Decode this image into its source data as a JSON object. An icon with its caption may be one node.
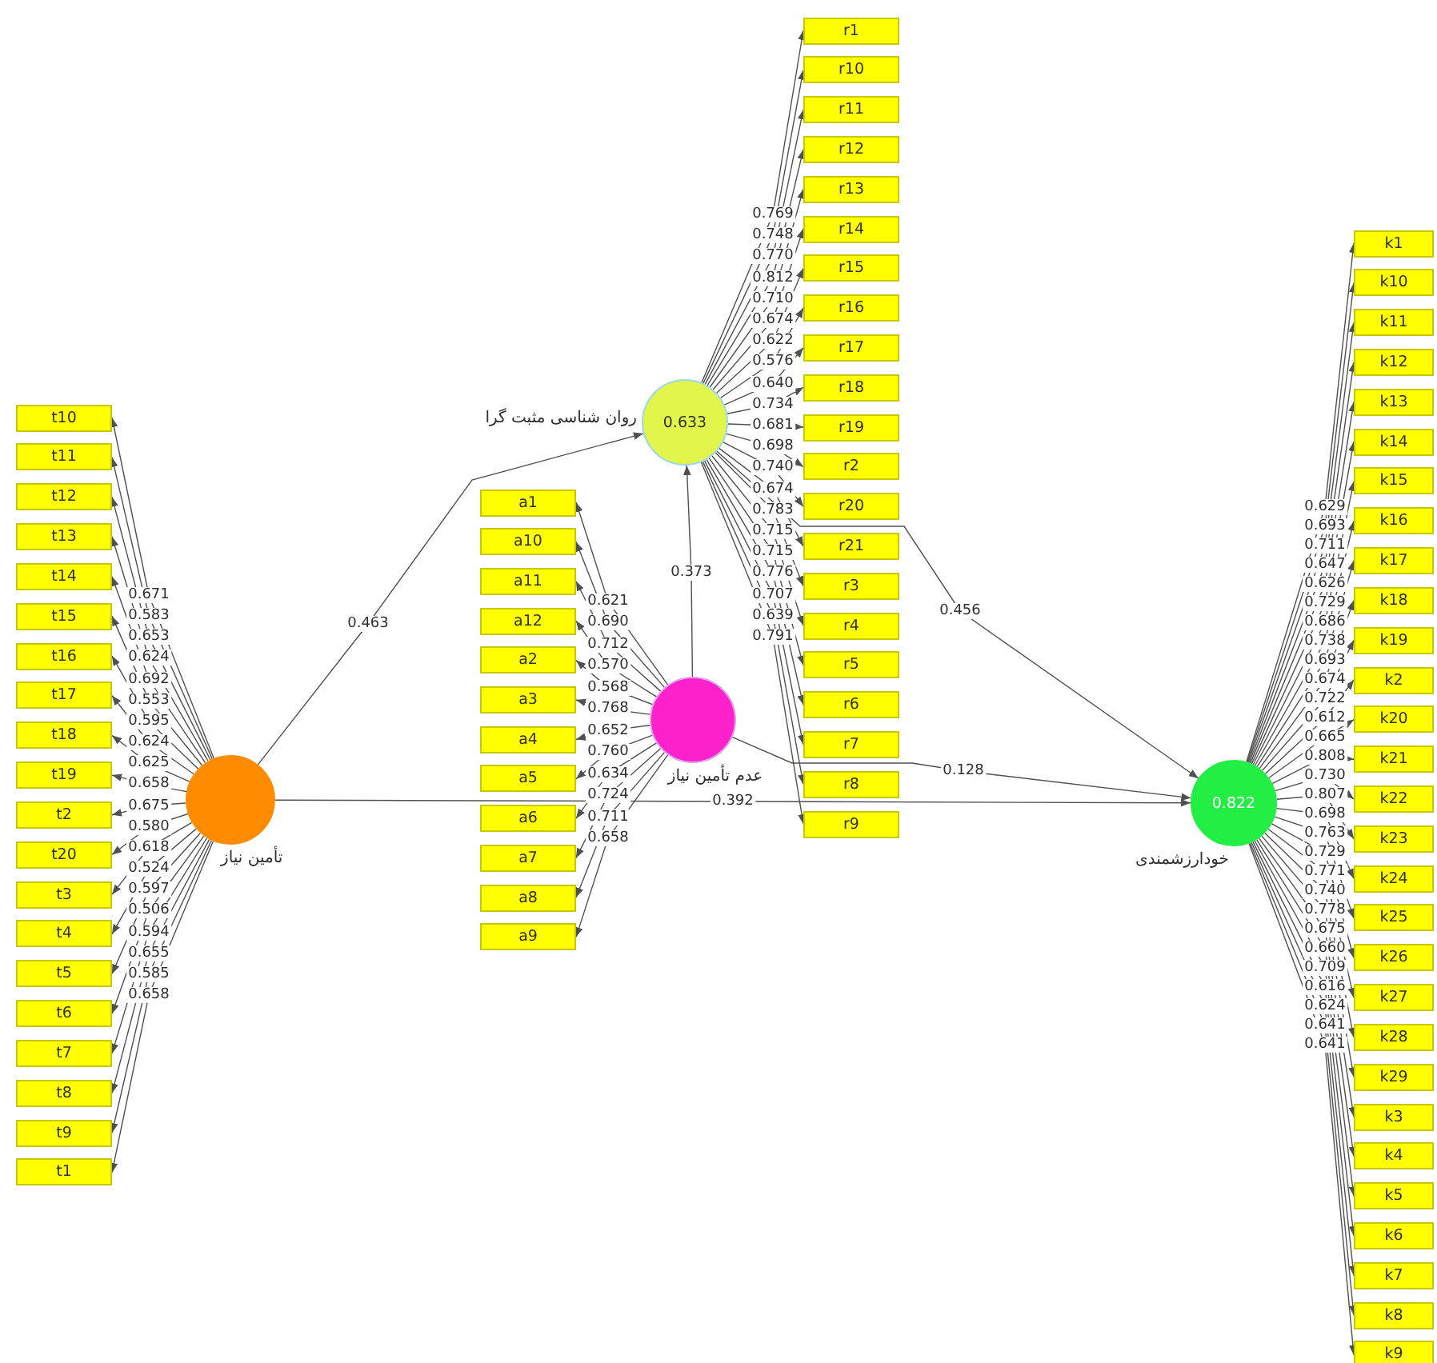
{
  "diagram": {
    "nodes": [
      {
        "text": [
          "t10"
        ]
      },
      {
        "text": [
          "t11"
        ]
      },
      {
        "text": [
          "t12"
        ]
      },
      {
        "text": [
          "t13"
        ]
      },
      {
        "text": [
          "t14"
        ]
      },
      {
        "text": [
          "t15"
        ]
      },
      {
        "text": [
          "t16"
        ]
      },
      {
        "text": [
          "t17"
        ]
      },
      {
        "text": [
          "t18"
        ]
      },
      {
        "text": [
          "t19"
        ]
      },
      {
        "text": [
          "t2"
        ]
      },
      {
        "text": [
          "t20"
        ]
      },
      {
        "text": [
          "t3"
        ]
      },
      {
        "text": [
          "t4"
        ]
      },
      {
        "text": [
          "t5"
        ]
      },
      {
        "text": [
          "t6"
        ]
      },
      {
        "text": [
          "t7"
        ]
      },
      {
        "text": [
          "t8"
        ]
      },
      {
        "text": [
          "t9"
        ]
      },
      {
        "text": [
          "t1"
        ]
      },
      {
        "text": [],
        "shape": "circle",
        "beside": [
          "تأمین نیاز"
        ]
      },
      {
        "text": [
          "a1"
        ]
      },
      {
        "text": [
          "a10"
        ]
      },
      {
        "text": [
          "a11"
        ]
      },
      {
        "text": [
          "a12"
        ]
      },
      {
        "text": [
          "a2"
        ]
      },
      {
        "text": [
          "a3"
        ]
      },
      {
        "text": [
          "a4"
        ]
      },
      {
        "text": [
          "a5"
        ]
      },
      {
        "text": [
          "a6"
        ]
      },
      {
        "text": [
          "a7"
        ]
      },
      {
        "text": [
          "a8"
        ]
      },
      {
        "text": [
          "a9"
        ]
      },
      {
        "text": [],
        "shape": "circle",
        "beside": [
          "عدم تأمین نیاز"
        ]
      },
      {
        "text": [
          "0.633"
        ],
        "beside": [
          "روان شناسی مثبت گرا"
        ]
      },
      {
        "text": [
          "r1"
        ]
      },
      {
        "text": [
          "r10"
        ]
      },
      {
        "text": [
          "r11"
        ]
      },
      {
        "text": [
          "r12"
        ]
      },
      {
        "text": [
          "r13"
        ]
      },
      {
        "text": [
          "r14"
        ]
      },
      {
        "text": [
          "r15"
        ]
      },
      {
        "text": [
          "r16"
        ]
      },
      {
        "text": [
          "r17"
        ]
      },
      {
        "text": [
          "r18"
        ]
      },
      {
        "text": [
          "r19"
        ]
      },
      {
        "text": [
          "r2"
        ]
      },
      {
        "text": [
          "r20"
        ]
      },
      {
        "text": [
          "r21"
        ]
      },
      {
        "text": [
          "r3"
        ]
      },
      {
        "text": [
          "r4"
        ]
      },
      {
        "text": [
          "r5"
        ]
      },
      {
        "text": [
          "r6"
        ]
      },
      {
        "text": [
          "r7"
        ]
      },
      {
        "text": [
          "r8"
        ]
      },
      {
        "text": [
          "r9"
        ]
      },
      {
        "text": [
          "0.822"
        ],
        "beside": [
          "خودارزشمندی"
        ]
      },
      {
        "text": [
          "k1"
        ]
      },
      {
        "text": [
          "k10"
        ]
      },
      {
        "text": [
          "k11"
        ]
      },
      {
        "text": [
          "k12"
        ]
      },
      {
        "text": [
          "k13"
        ]
      },
      {
        "text": [
          "k14"
        ]
      },
      {
        "text": [
          "k15"
        ]
      },
      {
        "text": [
          "k16"
        ]
      },
      {
        "text": [
          "k17"
        ]
      },
      {
        "text": [
          "k18"
        ]
      },
      {
        "text": [
          "k19"
        ]
      },
      {
        "text": [
          "k2"
        ]
      },
      {
        "text": [
          "k20"
        ]
      },
      {
        "text": [
          "k21"
        ]
      },
      {
        "text": [
          "k22"
        ]
      },
      {
        "text": [
          "k23"
        ]
      },
      {
        "text": [
          "k24"
        ]
      },
      {
        "text": [
          "k25"
        ]
      },
      {
        "text": [
          "k26"
        ]
      },
      {
        "text": [
          "k27"
        ]
      },
      {
        "text": [
          "k28"
        ]
      },
      {
        "text": [
          "k29"
        ]
      },
      {
        "text": [
          "k3"
        ]
      },
      {
        "text": [
          "k4"
        ]
      },
      {
        "text": [
          "k5"
        ]
      },
      {
        "text": [
          "k6"
        ]
      },
      {
        "text": [
          "k7"
        ]
      },
      {
        "text": [
          "k8"
        ]
      },
      {
        "text": [
          "k9"
        ]
      }
    ],
    "edges": [
      {
        "from": 20,
        "to": 0,
        "arrow": "to",
        "label": "0.671"
      },
      {
        "from": 20,
        "to": 1,
        "arrow": "to",
        "label": "0.583"
      },
      {
        "from": 20,
        "to": 2,
        "arrow": "to",
        "label": "0.653"
      },
      {
        "from": 20,
        "to": 3,
        "arrow": "to",
        "label": "0.624"
      },
      {
        "from": 20,
        "to": 4,
        "arrow": "to",
        "label": "0.692"
      },
      {
        "from": 20,
        "to": 5,
        "arrow": "to",
        "label": "0.553"
      },
      {
        "from": 20,
        "to": 6,
        "arrow": "to",
        "label": "0.595"
      },
      {
        "from": 20,
        "to": 7,
        "arrow": "to",
        "label": "0.624"
      },
      {
        "from": 20,
        "to": 8,
        "arrow": "to",
        "label": "0.625"
      },
      {
        "from": 20,
        "to": 9,
        "arrow": "to",
        "label": "0.658"
      },
      {
        "from": 20,
        "to": 10,
        "arrow": "to",
        "label": "0.675"
      },
      {
        "from": 20,
        "to": 11,
        "arrow": "to",
        "label": "0.580"
      },
      {
        "from": 20,
        "to": 12,
        "arrow": "to",
        "label": "0.618"
      },
      {
        "from": 20,
        "to": 13,
        "arrow": "to",
        "label": "0.524"
      },
      {
        "from": 20,
        "to": 14,
        "arrow": "to",
        "label": "0.597"
      },
      {
        "from": 20,
        "to": 15,
        "arrow": "to",
        "label": "0.506"
      },
      {
        "from": 20,
        "to": 16,
        "arrow": "to",
        "label": "0.594"
      },
      {
        "from": 20,
        "to": 17,
        "arrow": "to",
        "label": "0.655"
      },
      {
        "from": 20,
        "to": 18,
        "arrow": "to",
        "label": "0.585"
      },
      {
        "from": 20,
        "to": 19,
        "arrow": "to",
        "label": "0.658"
      },
      {
        "from": 20,
        "to": 34,
        "arrow": "to",
        "label": "0.463"
      },
      {
        "from": 20,
        "to": 56,
        "arrow": "to",
        "label": "0.392"
      },
      {
        "from": 33,
        "to": 21,
        "arrow": "to",
        "label": "0.621"
      },
      {
        "from": 33,
        "to": 22,
        "arrow": "to",
        "label": "0.690"
      },
      {
        "from": 33,
        "to": 23,
        "arrow": "to",
        "label": "0.712"
      },
      {
        "from": 33,
        "to": 24,
        "arrow": "to",
        "label": "0.570"
      },
      {
        "from": 33,
        "to": 25,
        "arrow": "to",
        "label": "0.568"
      },
      {
        "from": 33,
        "to": 26,
        "arrow": "to",
        "label": "0.768"
      },
      {
        "from": 33,
        "to": 27,
        "arrow": "to",
        "label": "0.652"
      },
      {
        "from": 33,
        "to": 28,
        "arrow": "to",
        "label": "0.760"
      },
      {
        "from": 33,
        "to": 29,
        "arrow": "to",
        "label": "0.634"
      },
      {
        "from": 33,
        "to": 30,
        "arrow": "to",
        "label": "0.724"
      },
      {
        "from": 33,
        "to": 31,
        "arrow": "to",
        "label": "0.711"
      },
      {
        "from": 33,
        "to": 32,
        "arrow": "to",
        "label": "0.658"
      },
      {
        "from": 33,
        "to": 34,
        "arrow": "to",
        "label": "0.373"
      },
      {
        "from": 33,
        "to": 56,
        "arrow": "to",
        "label": "0.128"
      },
      {
        "from": 34,
        "to": 35,
        "arrow": "to",
        "label": "0.769"
      },
      {
        "from": 34,
        "to": 36,
        "arrow": "to",
        "label": "0.748"
      },
      {
        "from": 34,
        "to": 37,
        "arrow": "to",
        "label": "0.770"
      },
      {
        "from": 34,
        "to": 38,
        "arrow": "to",
        "label": "0.812"
      },
      {
        "from": 34,
        "to": 39,
        "arrow": "to",
        "label": "0.710"
      },
      {
        "from": 34,
        "to": 40,
        "arrow": "to",
        "label": "0.674"
      },
      {
        "from": 34,
        "to": 41,
        "arrow": "to",
        "label": "0.622"
      },
      {
        "from": 34,
        "to": 42,
        "arrow": "to",
        "label": "0.576"
      },
      {
        "from": 34,
        "to": 43,
        "arrow": "to",
        "label": "0.640"
      },
      {
        "from": 34,
        "to": 44,
        "arrow": "to",
        "label": "0.734"
      },
      {
        "from": 34,
        "to": 45,
        "arrow": "to",
        "label": "0.681"
      },
      {
        "from": 34,
        "to": 46,
        "arrow": "to",
        "label": "0.698"
      },
      {
        "from": 34,
        "to": 47,
        "arrow": "to",
        "label": "0.740"
      },
      {
        "from": 34,
        "to": 48,
        "arrow": "to",
        "label": "0.674"
      },
      {
        "from": 34,
        "to": 49,
        "arrow": "to",
        "label": "0.783"
      },
      {
        "from": 34,
        "to": 50,
        "arrow": "to",
        "label": "0.715"
      },
      {
        "from": 34,
        "to": 51,
        "arrow": "to",
        "label": "0.715"
      },
      {
        "from": 34,
        "to": 52,
        "arrow": "to",
        "label": "0.776"
      },
      {
        "from": 34,
        "to": 53,
        "arrow": "to",
        "label": "0.707"
      },
      {
        "from": 34,
        "to": 54,
        "arrow": "to",
        "label": "0.639"
      },
      {
        "from": 34,
        "to": 55,
        "arrow": "to",
        "label": "0.791"
      },
      {
        "from": 34,
        "to": 56,
        "arrow": "to",
        "label": "0.456"
      },
      {
        "from": 56,
        "to": 57,
        "arrow": "to",
        "label": "0.629"
      },
      {
        "from": 56,
        "to": 58,
        "arrow": "to",
        "label": "0.693"
      },
      {
        "from": 56,
        "to": 59,
        "arrow": "to",
        "label": "0.711"
      },
      {
        "from": 56,
        "to": 60,
        "arrow": "to",
        "label": "0.647"
      },
      {
        "from": 56,
        "to": 61,
        "arrow": "to",
        "label": "0.626"
      },
      {
        "from": 56,
        "to": 62,
        "arrow": "to",
        "label": "0.729"
      },
      {
        "from": 56,
        "to": 63,
        "arrow": "to",
        "label": "0.686"
      },
      {
        "from": 56,
        "to": 64,
        "arrow": "to",
        "label": "0.738"
      },
      {
        "from": 56,
        "to": 65,
        "arrow": "to",
        "label": "0.693"
      },
      {
        "from": 56,
        "to": 66,
        "arrow": "to",
        "label": "0.674"
      },
      {
        "from": 56,
        "to": 67,
        "arrow": "to",
        "label": "0.722"
      },
      {
        "from": 56,
        "to": 68,
        "arrow": "to",
        "label": "0.612"
      },
      {
        "from": 56,
        "to": 69,
        "arrow": "to",
        "label": "0.665"
      },
      {
        "from": 56,
        "to": 70,
        "arrow": "to",
        "label": "0.808"
      },
      {
        "from": 56,
        "to": 71,
        "arrow": "to",
        "label": "0.730"
      },
      {
        "from": 56,
        "to": 72,
        "arrow": "to",
        "label": "0.807"
      },
      {
        "from": 56,
        "to": 73,
        "arrow": "to",
        "label": "0.698"
      },
      {
        "from": 56,
        "to": 74,
        "arrow": "to",
        "label": "0.763"
      },
      {
        "from": 56,
        "to": 75,
        "arrow": "to",
        "label": "0.729"
      },
      {
        "from": 56,
        "to": 76,
        "arrow": "to",
        "label": "0.771"
      },
      {
        "from": 56,
        "to": 77,
        "arrow": "to",
        "label": "0.740"
      },
      {
        "from": 56,
        "to": 78,
        "arrow": "to",
        "label": "0.778"
      },
      {
        "from": 56,
        "to": 79,
        "arrow": "to",
        "label": "0.675"
      },
      {
        "from": 56,
        "to": 80,
        "arrow": "to",
        "label": "0.660"
      },
      {
        "from": 56,
        "to": 81,
        "arrow": "to",
        "label": "0.709"
      },
      {
        "from": 56,
        "to": 82,
        "arrow": "to",
        "label": "0.616"
      },
      {
        "from": 56,
        "to": 83,
        "arrow": "to",
        "label": "0.624"
      },
      {
        "from": 56,
        "to": 84,
        "arrow": "to",
        "label": "0.641"
      },
      {
        "from": 56,
        "to": 85,
        "arrow": "to",
        "label": "0.641"
      }
    ]
  }
}
